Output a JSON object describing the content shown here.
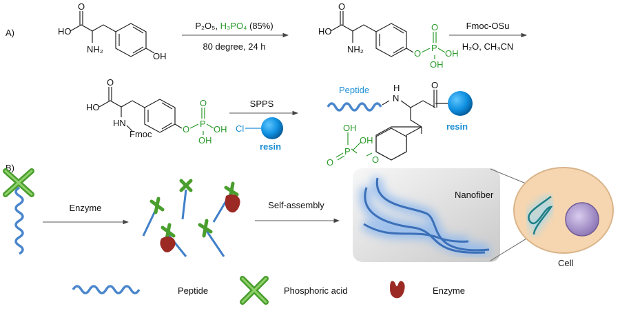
{
  "panel_a": {
    "label": "A)",
    "tyrosine": {
      "ho": "HO",
      "o": "O",
      "nh2": "NH₂",
      "oh": "OH"
    },
    "step1": {
      "reagent1": "P₂O₅, ",
      "reagent2": "H₃PO₄",
      "reagent3": " (85%)",
      "conditions": "80 degree, 24 h"
    },
    "phosphotyrosine": {
      "ho": "HO",
      "o": "O",
      "nh2": "NH₂",
      "po_o": "O",
      "po_p": "P",
      "po_o_top": "O",
      "po_oh1": "OH",
      "po_oh2": "OH"
    },
    "step2": {
      "reagent": "Fmoc-OSu",
      "solvent": "H₂O, CH₃CN"
    },
    "fmoc_ptyr": {
      "ho": "HO",
      "o": "O",
      "hn": "HN",
      "fmoc": "Fmoc",
      "po_o": "O",
      "po_p": "P",
      "po_o_top": "O",
      "po_oh1": "OH",
      "po_oh2": "OH"
    },
    "step3": {
      "label": "SPPS",
      "cl": "Cl",
      "resin": "resin"
    },
    "product": {
      "peptide": "Peptide",
      "h": "H",
      "n": "N",
      "o": "O",
      "resin": "resin",
      "oh1": "OH",
      "oh2": "OH",
      "p": "P",
      "o2": "O",
      "o3": "O"
    }
  },
  "panel_b": {
    "label": "B)",
    "arrow1": "Enzyme",
    "arrow2": "Self-assembly",
    "nanofiber": "Nanofiber",
    "cell": "Cell"
  },
  "legend": [
    {
      "icon": "peptide-wave",
      "label": "Peptide"
    },
    {
      "icon": "phosphoric-acid-cross",
      "label": "Phosphoric acid"
    },
    {
      "icon": "enzyme-shape",
      "label": "Enzyme"
    }
  ],
  "colors": {
    "green": "#2a9a2a",
    "blue": "#1d8fd6",
    "peptide": "#4a86cc",
    "enzyme": "#9b2a24",
    "cell": "#f6d6b0",
    "nucleus": "#b9a3d6"
  }
}
